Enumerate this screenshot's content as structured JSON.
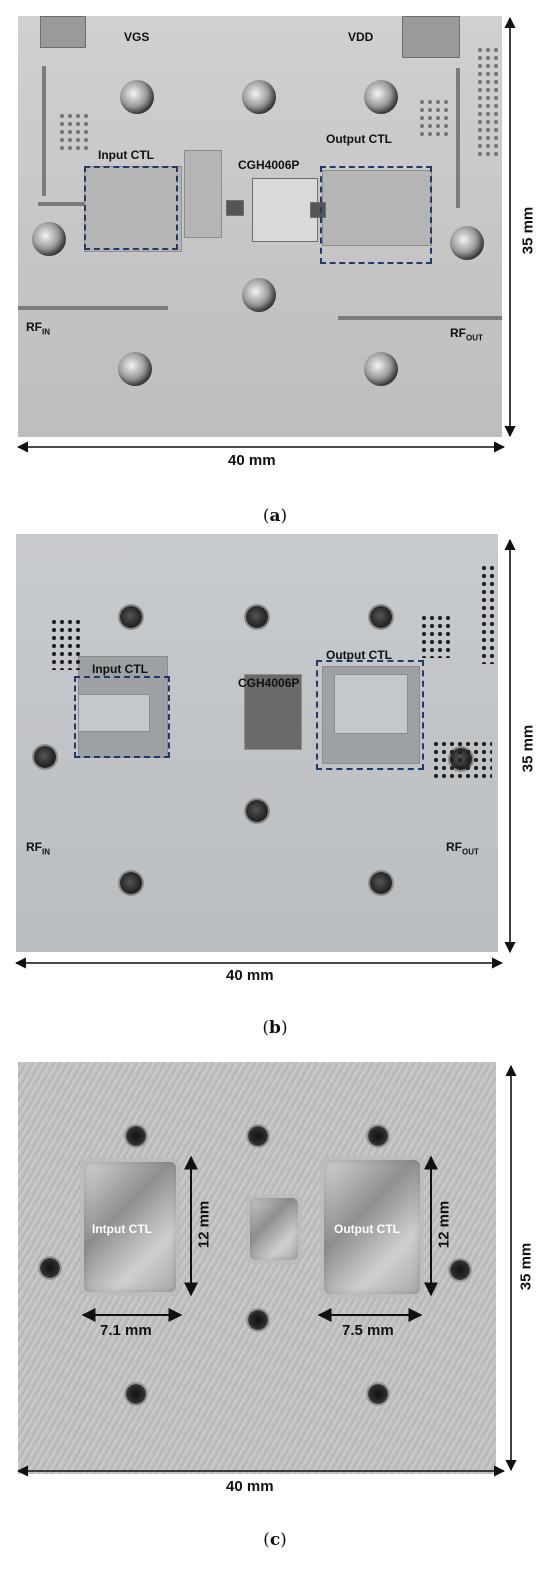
{
  "panels": [
    {
      "id": "a",
      "labels": {
        "vgs": "VGS",
        "vdd": "VDD",
        "input_ctl": "Input CTL",
        "output_ctl": "Output CTL",
        "transistor": "CGH4006P",
        "rf_in": "RF",
        "rf_in_sub": "IN",
        "rf_out": "RF",
        "rf_out_sub": "OUT"
      },
      "width_dim": "40 mm",
      "height_dim": "35 mm",
      "caption_letter": "a"
    },
    {
      "id": "b",
      "labels": {
        "input_ctl": "Input CTL",
        "output_ctl": "Output CTL",
        "transistor": "CGH4006P",
        "rf_in": "RF",
        "rf_in_sub": "IN",
        "rf_out": "RF",
        "rf_out_sub": "OUT"
      },
      "width_dim": "40 mm",
      "height_dim": "35 mm",
      "caption_letter": "b"
    },
    {
      "id": "c",
      "labels": {
        "input_ctl": "Intput CTL",
        "output_ctl": "Output CTL",
        "input_height": "12 mm",
        "output_height": "12 mm",
        "input_width": "7.1 mm",
        "output_width": "7.5 mm"
      },
      "width_dim": "40 mm",
      "height_dim": "35 mm",
      "caption_letter": "c"
    }
  ],
  "colors": {
    "dash_box": "#1f3b6e",
    "board_a": "#c9c9c9",
    "board_b": "#c3c6c9",
    "board_c": "#bcbcbc"
  }
}
